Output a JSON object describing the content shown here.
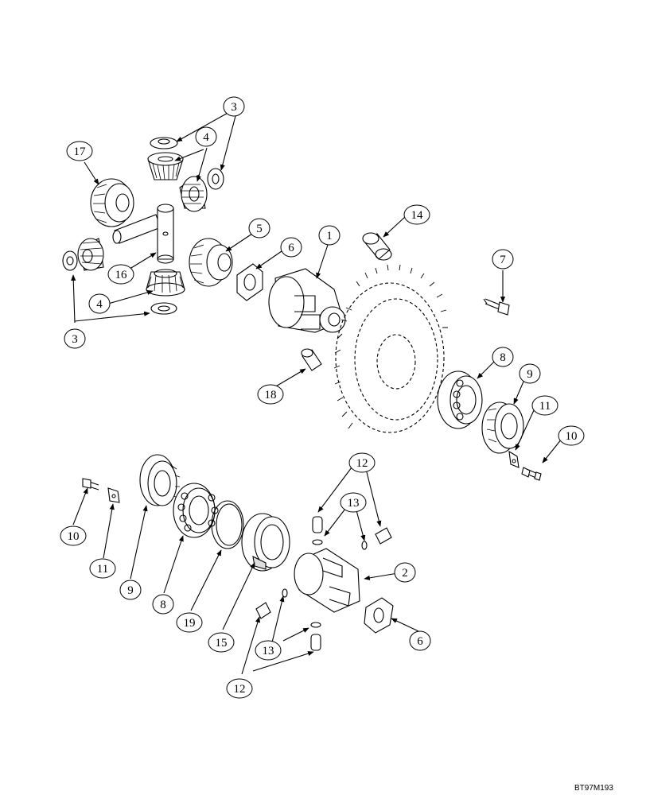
{
  "drawing_code": "BT97M193",
  "callouts": [
    {
      "id": "c3a",
      "label": "3"
    },
    {
      "id": "c17",
      "label": "17"
    },
    {
      "id": "c4a",
      "label": "4"
    },
    {
      "id": "c14",
      "label": "14"
    },
    {
      "id": "c1",
      "label": "1"
    },
    {
      "id": "c5",
      "label": "5"
    },
    {
      "id": "c6a",
      "label": "6"
    },
    {
      "id": "c7",
      "label": "7"
    },
    {
      "id": "c16",
      "label": "16"
    },
    {
      "id": "c4b",
      "label": "4"
    },
    {
      "id": "c3b",
      "label": "3"
    },
    {
      "id": "c8a",
      "label": "8"
    },
    {
      "id": "c9a",
      "label": "9"
    },
    {
      "id": "c18",
      "label": "18"
    },
    {
      "id": "c11a",
      "label": "11"
    },
    {
      "id": "c10a",
      "label": "10"
    },
    {
      "id": "c12a",
      "label": "12"
    },
    {
      "id": "c13a",
      "label": "13"
    },
    {
      "id": "c10b",
      "label": "10"
    },
    {
      "id": "c2",
      "label": "2"
    },
    {
      "id": "c11b",
      "label": "11"
    },
    {
      "id": "c9b",
      "label": "9"
    },
    {
      "id": "c8b",
      "label": "8"
    },
    {
      "id": "c19",
      "label": "19"
    },
    {
      "id": "c6b",
      "label": "6"
    },
    {
      "id": "c15",
      "label": "15"
    },
    {
      "id": "c13b",
      "label": "13"
    },
    {
      "id": "c12b",
      "label": "12"
    }
  ]
}
